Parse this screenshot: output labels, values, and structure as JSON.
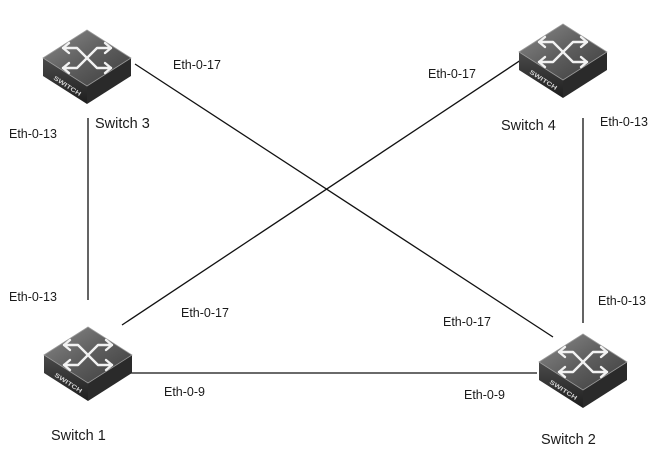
{
  "switches": {
    "s1": {
      "label": "Switch 1",
      "icon_text": "SWITCH"
    },
    "s2": {
      "label": "Switch 2",
      "icon_text": "SWITCH"
    },
    "s3": {
      "label": "Switch 3",
      "icon_text": "SWITCH"
    },
    "s4": {
      "label": "Switch 4",
      "icon_text": "SWITCH"
    }
  },
  "ports": {
    "s3_to_s2": "Eth-0-17",
    "s3_to_s1": "Eth-0-13",
    "s4_to_s1": "Eth-0-17",
    "s4_to_s2": "Eth-0-13",
    "s1_to_s3": "Eth-0-13",
    "s1_to_s4": "Eth-0-17",
    "s1_to_s2": "Eth-0-9",
    "s2_to_s3": "Eth-0-17",
    "s2_to_s4": "Eth-0-13",
    "s2_to_s1": "Eth-0-9"
  },
  "icon": "network-switch-icon"
}
